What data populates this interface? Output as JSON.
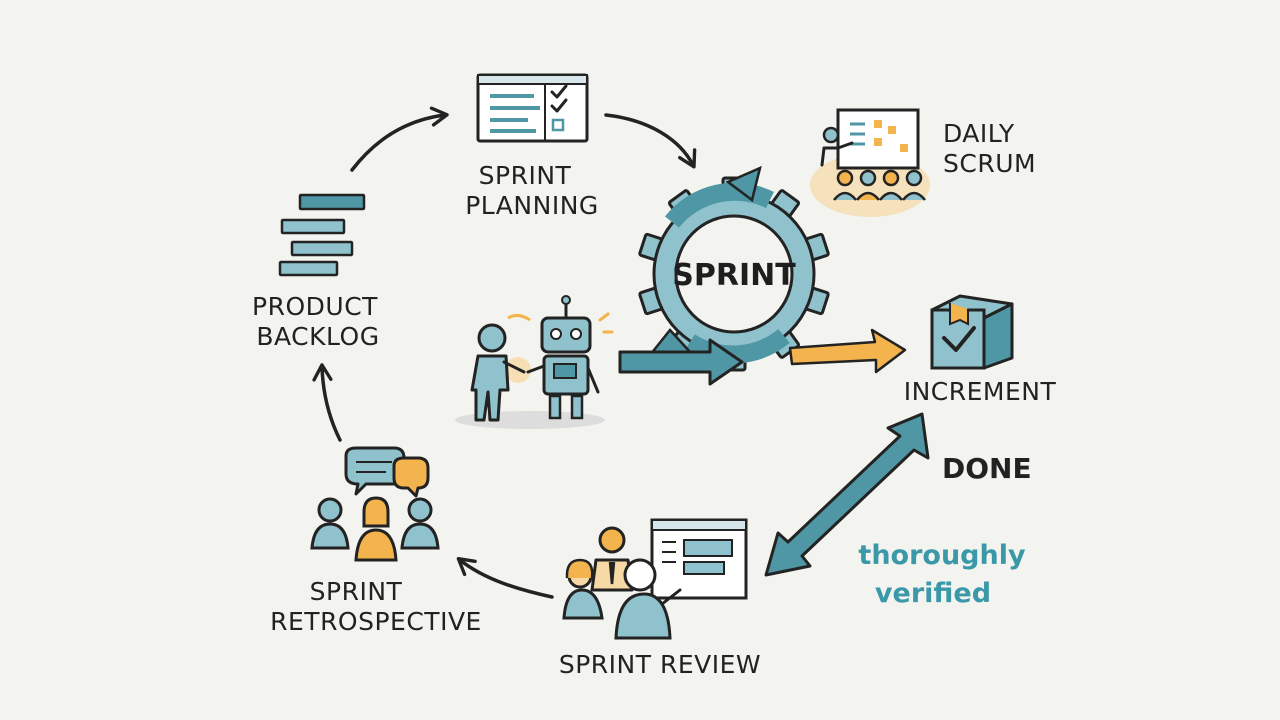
{
  "colors": {
    "background": "#f3f3f0",
    "teal": "#4f97a5",
    "teal_light": "#8fc2cc",
    "orange": "#f3b34d",
    "ink": "#232323"
  },
  "labels": {
    "sprint_planning": [
      "SPRINT",
      "PLANNING"
    ],
    "daily_scrum": [
      "DAILY",
      "SCRUM"
    ],
    "product_backlog": [
      "PRODUCT",
      "BACKLOG"
    ],
    "sprint": "SPRINT",
    "increment": "INCREMENT",
    "done": "DONE",
    "verified_note": [
      "thoroughly",
      "verified"
    ],
    "sprint_retrospective": [
      "SPRINT",
      "RETROSPECTIVE"
    ],
    "sprint_review": "SPRINT REVIEW"
  },
  "icons": [
    "checklist-icon",
    "stacked-backlog-icon",
    "kanban-board-meeting-icon",
    "gear-cycle-icon",
    "human-robot-handshake-icon",
    "checked-box-package-icon",
    "chat-bubbles-team-icon",
    "presentation-review-icon"
  ]
}
